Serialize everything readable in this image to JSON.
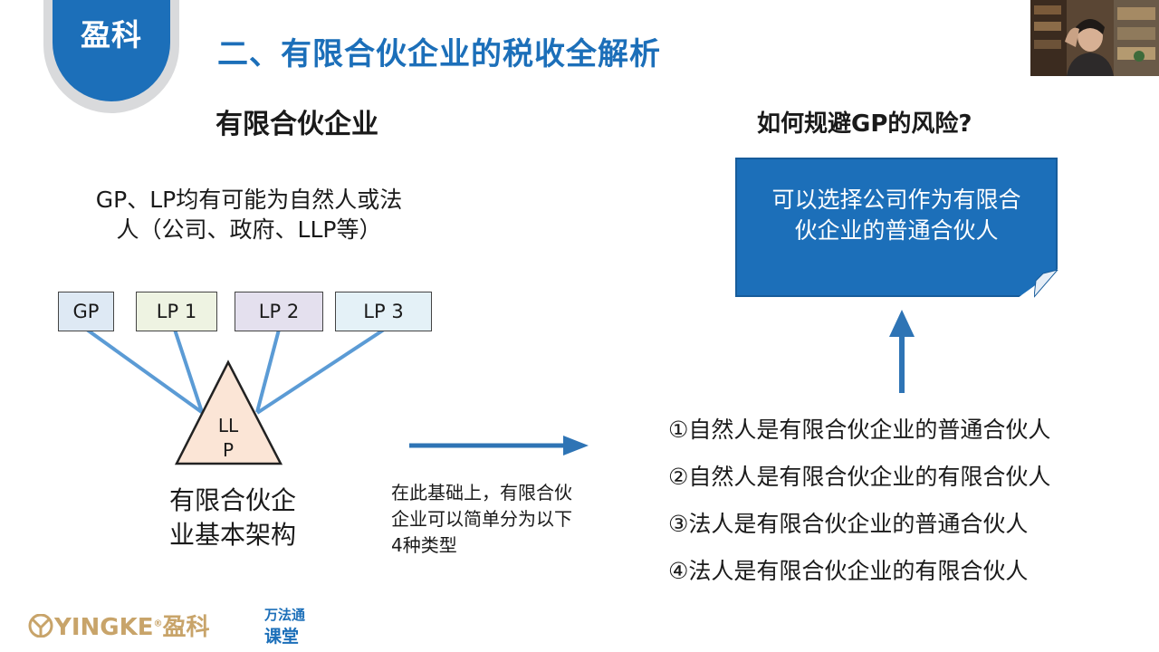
{
  "header": {
    "badge": "盈科",
    "title": "二、有限合伙企业的税收全解析"
  },
  "left": {
    "heading": "有限合伙企业",
    "desc_line1": "GP、LP均有可能为自然人或法",
    "desc_line2": "人（公司、政府、LLP等）",
    "partners": [
      "GP",
      "LP 1",
      "LP 2",
      "LP 3"
    ],
    "triangle_line1": "LL",
    "triangle_line2": "P",
    "caption_line1": "有限合伙企",
    "caption_line2": "业基本架构"
  },
  "middle": {
    "line1": "在此基础上，有限合伙",
    "line2": "企业可以简单分为以下",
    "line3": "4种类型"
  },
  "right": {
    "heading": "如何规避GP的风险?",
    "box_line1": "可以选择公司作为有限合",
    "box_line2": "伙企业的普通合伙人",
    "types": [
      "①自然人是有限合伙企业的普通合伙人",
      "②自然人是有限合伙企业的有限合伙人",
      "③法人是有限合伙企业的普通合伙人",
      "④法人是有限合伙企业的有限合伙人"
    ]
  },
  "footer": {
    "logo_en": "YINGKE",
    "logo_reg": "®",
    "logo_cn": "盈科",
    "course_line1": "万法通",
    "course_line2": "课堂"
  },
  "colors": {
    "brand_blue": "#1c6fb9",
    "line_blue": "#5b9bd5",
    "gold": "#c8a46a"
  }
}
